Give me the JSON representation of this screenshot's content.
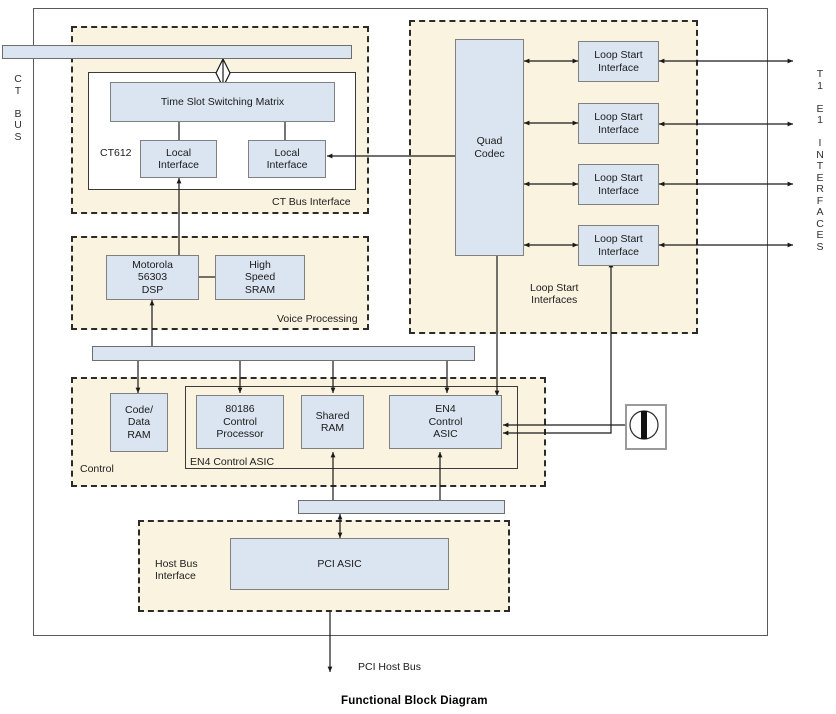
{
  "figure": {
    "title": "Functional Block Diagram",
    "host_bus_label": "PCI Host Bus"
  },
  "side_labels": {
    "left": "C\nT\n\nB\nU\nS",
    "right": "T\n1\n\nE\n1\n\nI\nN\nT\nE\nR\nF\nA\nC\nE\nS"
  },
  "regions": {
    "ct_bus_interface": {
      "label": "CT Bus Interface",
      "enclosure_label": "CT612",
      "blocks": {
        "switch_matrix": "Time Slot Switching Matrix",
        "local_interface_left": "Local\nInterface",
        "local_interface_right": "Local\nInterface"
      }
    },
    "voice_processing": {
      "label": "Voice Processing",
      "blocks": {
        "dsp": "Motorola\n56303\nDSP",
        "sram": "High\nSpeed\nSRAM"
      }
    },
    "loop_start_interfaces": {
      "label": "Loop Start\nInterfaces",
      "blocks": {
        "quad_codec": "Quad\nCodec",
        "loop_start_1": "Loop Start\nInterface",
        "loop_start_2": "Loop Start\nInterface",
        "loop_start_3": "Loop Start\nInterface",
        "loop_start_4": "Loop Start\nInterface"
      }
    },
    "control": {
      "label": "Control",
      "enclosure_label": "EN4 Control ASIC",
      "blocks": {
        "code_data_ram": "Code/\nData\nRAM",
        "control_processor": "80186\nControl\nProcessor",
        "shared_ram": "Shared\nRAM",
        "en4_control_asic": "EN4\nControl\nASIC"
      }
    },
    "host_bus_interface": {
      "label": "Host Bus\nInterface",
      "blocks": {
        "pci_asic": "PCI ASIC"
      }
    }
  },
  "buses": {
    "ct_bus_bar": "",
    "internal_bus_bar": "",
    "host_bus_bar": ""
  },
  "icons": {
    "connector_jack": "connector-jack-icon",
    "ct_bus_tap": "diamond-tap-icon"
  },
  "colors": {
    "block_fill": "#dbe5f1",
    "block_stroke": "#808080",
    "region_fill": "#faf3e0",
    "region_stroke": "#2b2b2b",
    "line": "#1a1a1a",
    "outer_stroke": "#5a5a5a"
  }
}
